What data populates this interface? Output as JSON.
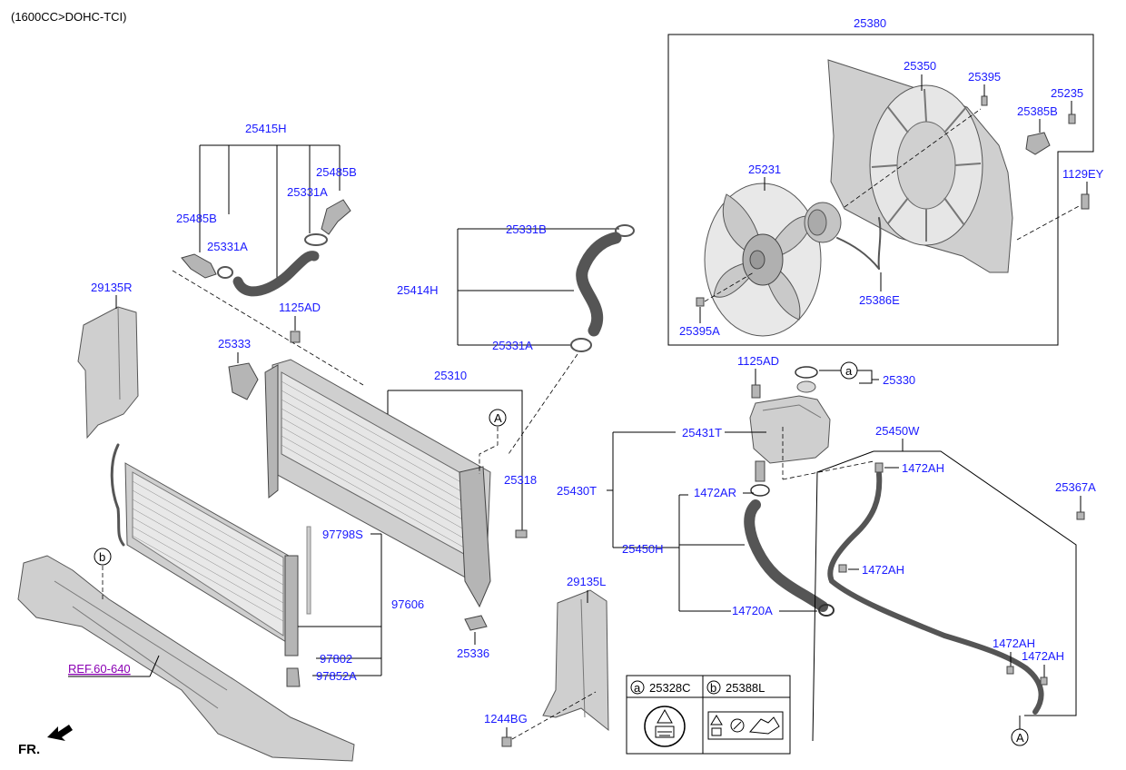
{
  "header": {
    "engine": "(1600CC>DOHC-TCI)"
  },
  "labels": {
    "l25380": "25380",
    "l25350": "25350",
    "l25395": "25395",
    "l25235": "25235",
    "l25385B": "25385B",
    "l1129EY": "1129EY",
    "l25231": "25231",
    "l25386E": "25386E",
    "l25395A": "25395A",
    "l25415H": "25415H",
    "l25485B_r": "25485B",
    "l25331A_r": "25331A",
    "l25485B_l": "25485B",
    "l25331A_l": "25331A",
    "l25331B": "25331B",
    "l25414H": "25414H",
    "l25331A_b": "25331A",
    "l29135R": "29135R",
    "l1125AD_1": "1125AD",
    "l25333": "25333",
    "l25310": "25310",
    "l25318": "25318",
    "l97798S": "97798S",
    "l97606": "97606",
    "l97802": "97802",
    "l97852A": "97852A",
    "l25336": "25336",
    "l29135L": "29135L",
    "l1244BG": "1244BG",
    "l1125AD_2": "1125AD",
    "l25330": "25330",
    "l25431T": "25431T",
    "l25450W": "25450W",
    "l25430T": "25430T",
    "l1472AR": "1472AR",
    "l1472AH_1": "1472AH",
    "l25367A": "25367A",
    "l25450H": "25450H",
    "l1472AH_2": "1472AH",
    "l14720A": "14720A",
    "l1472AH_3": "1472AH",
    "l1472AH_4": "1472AH",
    "ref": "REF.60-640",
    "fr": "FR."
  },
  "callouts": {
    "a": "a",
    "b": "b",
    "A": "A"
  },
  "legend": {
    "a_key": "a",
    "a_part": "25328C",
    "b_key": "b",
    "b_part": "25388L"
  }
}
